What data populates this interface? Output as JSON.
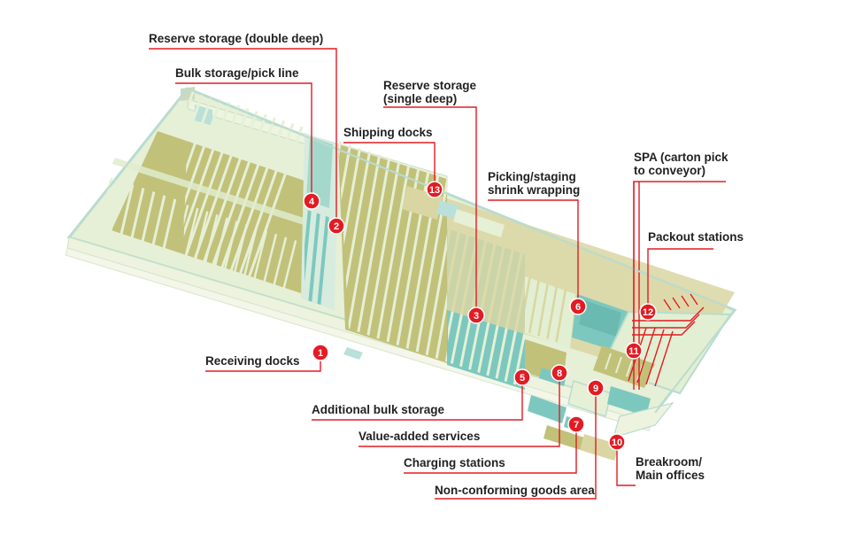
{
  "colors": {
    "bulk_storage": "#c2c17a",
    "reserve_storage": "#7cc8bf",
    "light_zone": "#e3efd2",
    "outline": "#b9dcd0",
    "pale_zone": "#d9d6a3",
    "accent_red": "#e31b23",
    "label_text": "#222222"
  },
  "labels": [
    {
      "id": "reserve-storage-double-deep",
      "number": "2",
      "lines": [
        "Reserve storage (double deep)"
      ]
    },
    {
      "id": "bulk-storage-pick-line",
      "number": "4",
      "lines": [
        "Bulk storage/pick line"
      ]
    },
    {
      "id": "reserve-storage-single-deep",
      "number": "3",
      "lines": [
        "Reserve storage",
        "(single deep)"
      ]
    },
    {
      "id": "shipping-docks",
      "number": "13",
      "lines": [
        "Shipping docks"
      ]
    },
    {
      "id": "picking-staging",
      "number": "6",
      "lines": [
        "Picking/staging",
        "shrink wrapping"
      ]
    },
    {
      "id": "spa-carton-pick",
      "number": "11",
      "lines": [
        "SPA (carton pick",
        "to conveyor)"
      ]
    },
    {
      "id": "packout-stations",
      "number": "12",
      "lines": [
        "Packout stations"
      ]
    },
    {
      "id": "receiving-docks",
      "number": "1",
      "lines": [
        "Receiving docks"
      ]
    },
    {
      "id": "additional-bulk-storage",
      "number": "5",
      "lines": [
        "Additional bulk storage"
      ]
    },
    {
      "id": "value-added-services",
      "number": "8",
      "lines": [
        "Value-added services"
      ]
    },
    {
      "id": "charging-stations",
      "number": "7",
      "lines": [
        "Charging stations"
      ]
    },
    {
      "id": "non-conforming-goods",
      "number": "9",
      "lines": [
        "Non-conforming goods area"
      ]
    },
    {
      "id": "breakroom-main-offices",
      "number": "10",
      "lines": [
        "Breakroom/",
        "Main offices"
      ]
    }
  ]
}
